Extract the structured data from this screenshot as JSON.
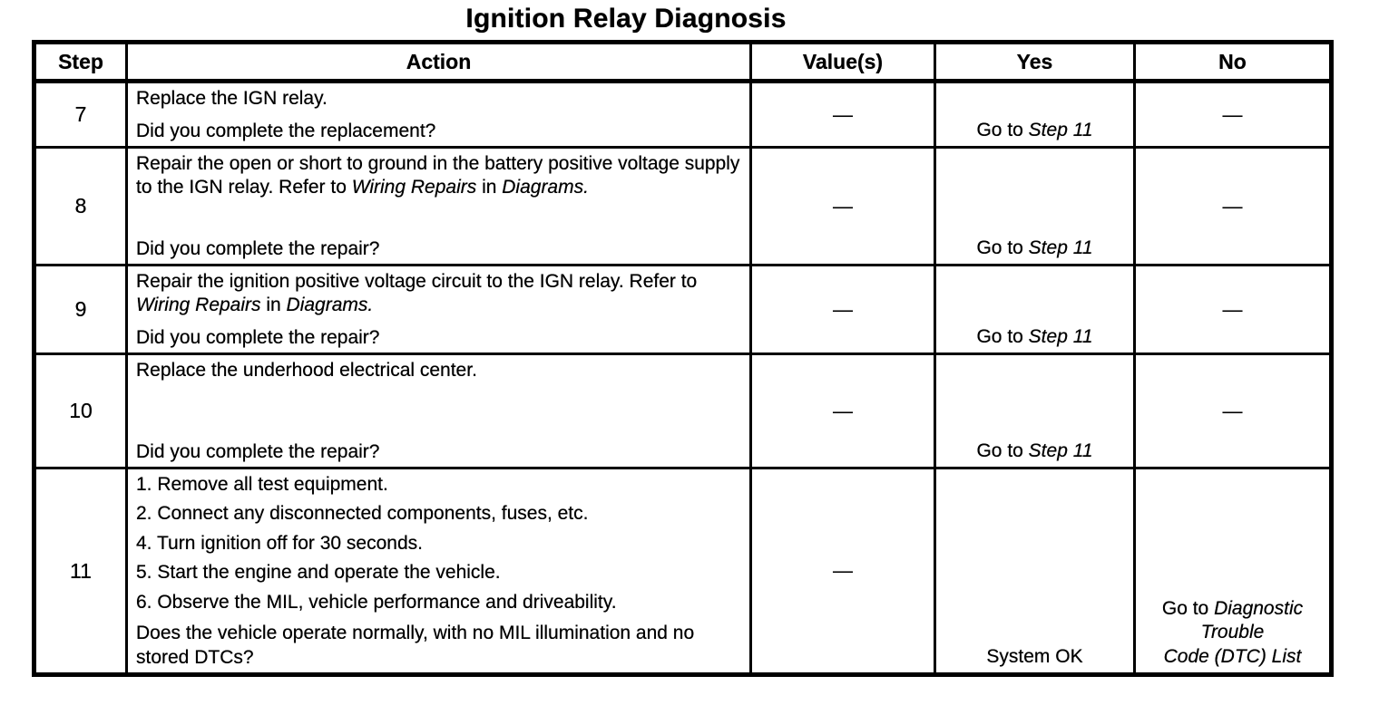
{
  "title": "Ignition Relay Diagnosis",
  "table": {
    "headers": {
      "step": "Step",
      "action": "Action",
      "values": "Value(s)",
      "yes": "Yes",
      "no": "No"
    },
    "rows": [
      {
        "step": "7",
        "action": [
          {
            "t": "Replace the IGN relay."
          }
        ],
        "question": "Did you complete the replacement?",
        "value": "—",
        "yes": {
          "pre": "Go to ",
          "it": "Step 11"
        },
        "no": "—"
      },
      {
        "step": "8",
        "action": [
          {
            "t": "Repair the open or short to ground in the battery positive voltage supply to the IGN relay. Refer to "
          },
          {
            "t": "Wiring Repairs",
            "i": true
          },
          {
            "t": " in "
          },
          {
            "t": "Diagrams.",
            "i": true
          }
        ],
        "question": "Did you complete the repair?",
        "value": "—",
        "yes": {
          "pre": "Go to ",
          "it": "Step 11"
        },
        "no": "—"
      },
      {
        "step": "9",
        "action": [
          {
            "t": "Repair the ignition positive voltage circuit to the IGN relay. Refer to "
          },
          {
            "t": "Wiring Repairs",
            "i": true
          },
          {
            "t": " in "
          },
          {
            "t": "Diagrams.",
            "i": true
          }
        ],
        "question": "Did you complete the repair?",
        "value": "—",
        "yes": {
          "pre": "Go to ",
          "it": "Step 11"
        },
        "no": "—"
      },
      {
        "step": "10",
        "action": [
          {
            "t": "Replace the underhood electrical center."
          }
        ],
        "question": "Did you complete the repair?",
        "value": "—",
        "yes": {
          "pre": "Go to ",
          "it": "Step 11"
        },
        "no": "—"
      },
      {
        "step": "11",
        "items": [
          "1. Remove all test equipment.",
          "2. Connect any disconnected components, fuses, etc.",
          "4. Turn ignition off for 30 seconds.",
          "5. Start the engine and operate the vehicle.",
          "6. Observe the MIL, vehicle performance and driveability."
        ],
        "question": "Does the vehicle operate normally, with no MIL illumination and no stored DTCs?",
        "value": "—",
        "yes": {
          "pre": "System OK",
          "it": ""
        },
        "no_rich": {
          "pre": "Go to ",
          "l1": "Diagnostic",
          "l2": "Trouble",
          "l3": "Code (DTC) List"
        }
      }
    ]
  }
}
